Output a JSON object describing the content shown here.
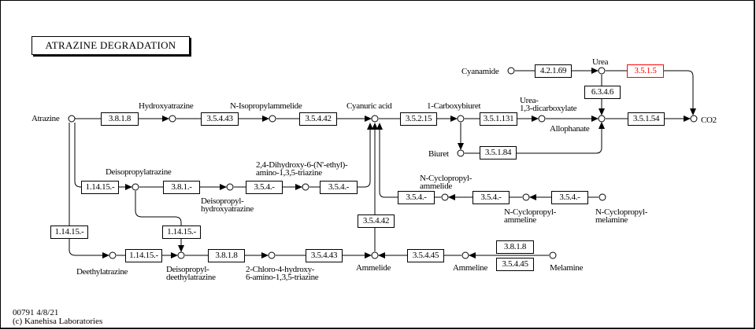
{
  "title": "ATRAZINE DEGRADATION",
  "accent_color": "#ff0000",
  "enzymes": [
    "3.8.1.8",
    "3.5.4.43",
    "3.5.4.42",
    "3.5.2.15",
    "3.5.1.131",
    "3.5.1.54",
    "4.2.1.69",
    "3.5.1.5",
    "6.3.4.6",
    "3.5.1.84",
    "1.14.15.-",
    "3.8.1.-",
    "3.5.4.-",
    "3.5.4.-",
    "3.5.4.-",
    "3.5.4.-",
    "3.5.4.-",
    "3.5.4.42",
    "1.14.15.-",
    "1.14.15.-",
    "1.14.15.-",
    "3.8.1.8",
    "3.5.4.43",
    "3.5.4.45",
    "3.8.1.8",
    "3.5.4.45"
  ],
  "compounds": {
    "atrazine": "Atrazine",
    "hydroxyatrazine": "Hydroxyatrazine",
    "n_isopropylammelide": "N-Isopropylammelide",
    "cyanuric_acid": "Cyanuric acid",
    "carboxybiuret": "1-Carboxybiuret",
    "urea_dicarboxylate": "Urea-\n1,3-dicarboxylate",
    "allophanate": "Allophanate",
    "co2": "CO2",
    "cyanamide": "Cyanamide",
    "urea": "Urea",
    "biuret": "Biuret",
    "deisopropylatrazine": "Deisopropylatrazine",
    "dihydroxy": "2,4-Dihydroxy-6-(N'-ethyl)-\namino-1,3,5-triazine",
    "deisopropylhydroxyatrazine": "Deisopropyl-\nhydroxyatrazine",
    "n_cyclopropylammelide": "N-Cyclopropyl-\nammelide",
    "n_cyclopropylammeline": "N-Cyclopropyl-\nammeline",
    "n_cyclopropylmelamine": "N-Cyclopropyl-\nmelamine",
    "deethylatrazine": "Deethylatrazine",
    "deisopropyldeethylatrazine": "Deisopropyl-\ndeethylatrazine",
    "chloro_hydroxy": "2-Chloro-4-hydroxy-\n6-amino-1,3,5-triazine",
    "ammelide": "Ammelide",
    "ammeline": "Ammeline",
    "melamine": "Melamine"
  },
  "footer": {
    "id_date": "00791 4/8/21",
    "copyright": "(c) Kanehisa Laboratories"
  }
}
